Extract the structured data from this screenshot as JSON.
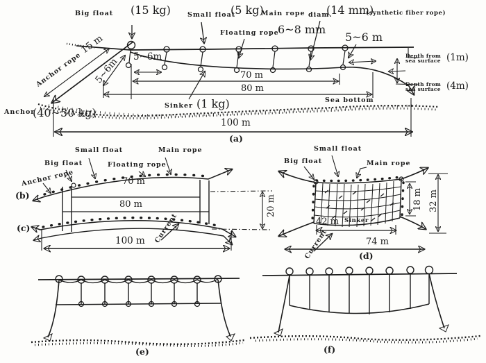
{
  "colors": {
    "ink": "#1b1b1b",
    "paper": "#fdfdfb"
  },
  "panel_a": {
    "tag": "(a)",
    "big_float_label": "Big float",
    "big_float_value": "(15 kg)",
    "small_float_label": "Small float",
    "small_float_value": "(5 kg)",
    "main_rope_label": "Main rope",
    "diam_label": "diam.",
    "diam_value": "(14 mm)",
    "material_note": "(synthetic fiber rope)",
    "floating_rope_label": "Floating rope",
    "floating_rope_value": "6~8 mm",
    "float_spacing": "5~6 m",
    "spacing_mid": "5~6m",
    "spacing_diag": "5~6m",
    "anchor_rope_label": "Anchor rope",
    "anchor_rope_value": "15 m",
    "anchor_label": "Anchor",
    "anchor_value": "(40~50 kg)",
    "sinker_label": "Sinker",
    "sinker_value": "(1 kg)",
    "sea_bottom_label": "Sea bottom",
    "depth_shallow_line1": "Depth from",
    "depth_shallow_line2": "sea surface",
    "depth_shallow_value": "(1m)",
    "depth_deep_line1": "Depth from",
    "depth_deep_line2": "sea surface",
    "depth_deep_value": "(4m)",
    "dim_70": "70 m",
    "dim_80": "80 m",
    "dim_100": "100 m"
  },
  "panel_b": {
    "tag": "(b)",
    "anchor_rope_label": "Anchor rope",
    "big_float_label": "Big float",
    "small_float_label": "Small float",
    "floating_rope_label": "Floating rope",
    "main_rope_label": "Main rope",
    "dim_70": "70 m",
    "dim_80": "80 m"
  },
  "panel_c": {
    "tag": "(c)",
    "dim_100": "100 m",
    "dim_20": "20 m",
    "current_label": "Current"
  },
  "panel_d": {
    "tag": "(d)",
    "big_float_label": "Big float",
    "small_float_label": "Small float",
    "main_rope_label": "Main rope",
    "sinker_label": "Sinker",
    "current_label": "Current",
    "dim_42": "42 m",
    "dim_74": "74 m",
    "dim_18": "18 m",
    "dim_32": "32 m"
  },
  "panel_e": {
    "tag": "(e)"
  },
  "panel_f": {
    "tag": "(f)"
  }
}
